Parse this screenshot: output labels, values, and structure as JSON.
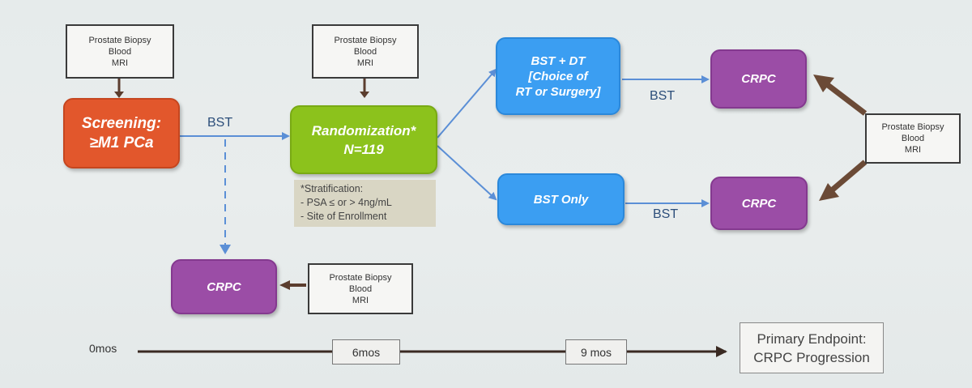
{
  "tests": {
    "lines": [
      "Prostate Biopsy",
      "Blood",
      "MRI"
    ]
  },
  "screening": {
    "line1": "Screening:",
    "line2": "≥M1 PCa"
  },
  "randomization": {
    "line1": "Randomization*",
    "line2": "N=119"
  },
  "stratification": {
    "title": "*Stratification:",
    "items": [
      "-   PSA ≤ or > 4ng/mL",
      "-   Site of Enrollment"
    ]
  },
  "arms": {
    "dt": {
      "lines": [
        "BST + DT",
        "[Choice of",
        "RT or Surgery]"
      ]
    },
    "bst_only": {
      "label": "BST Only"
    }
  },
  "crpc_label": "CRPC",
  "bst_label": "BST",
  "timeline": {
    "start": "0mos",
    "mark1": "6mos",
    "mark2": "9 mos",
    "endpoint": {
      "line1": "Primary Endpoint:",
      "line2": "CRPC Progression"
    }
  },
  "colors": {
    "screening": "#e2572c",
    "randomization": "#8cc21c",
    "arm": "#3b9ef2",
    "crpc": "#9b4da6",
    "flow_arrow": "#5b8fd6",
    "brown_arrow": "#6b4a36"
  }
}
